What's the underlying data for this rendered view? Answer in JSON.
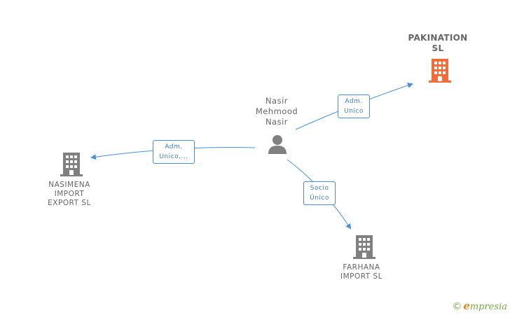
{
  "nodes": {
    "main": {
      "label_line1": "PAKINATION",
      "label_line2": "SL",
      "color": "#f26b3a",
      "icon": "building-icon"
    },
    "person": {
      "label_line1": "Nasir",
      "label_line2": "Mehmood",
      "label_line3": "Nasir",
      "color": "#808080",
      "icon": "person-icon"
    },
    "nasimena": {
      "label_line1": "NASIMENA",
      "label_line2": "IMPORT",
      "label_line3": "EXPORT SL",
      "color": "#808080",
      "icon": "building-icon"
    },
    "farhana": {
      "label_line1": "FARHANA",
      "label_line2": "IMPORT SL",
      "color": "#808080",
      "icon": "building-icon"
    }
  },
  "edges": {
    "to_pakination": {
      "line1": "Adm.",
      "line2": "Unico"
    },
    "to_nasimena": {
      "line1": "Adm.",
      "line2": "Unico,..."
    },
    "to_farhana": {
      "line1": "Socio",
      "line2": "Único"
    }
  },
  "footer": {
    "copyright": "©",
    "brand_e": "e",
    "brand_rest": "mpresia"
  },
  "colors": {
    "edge": "#4a90d9",
    "label_text": "#666666"
  }
}
